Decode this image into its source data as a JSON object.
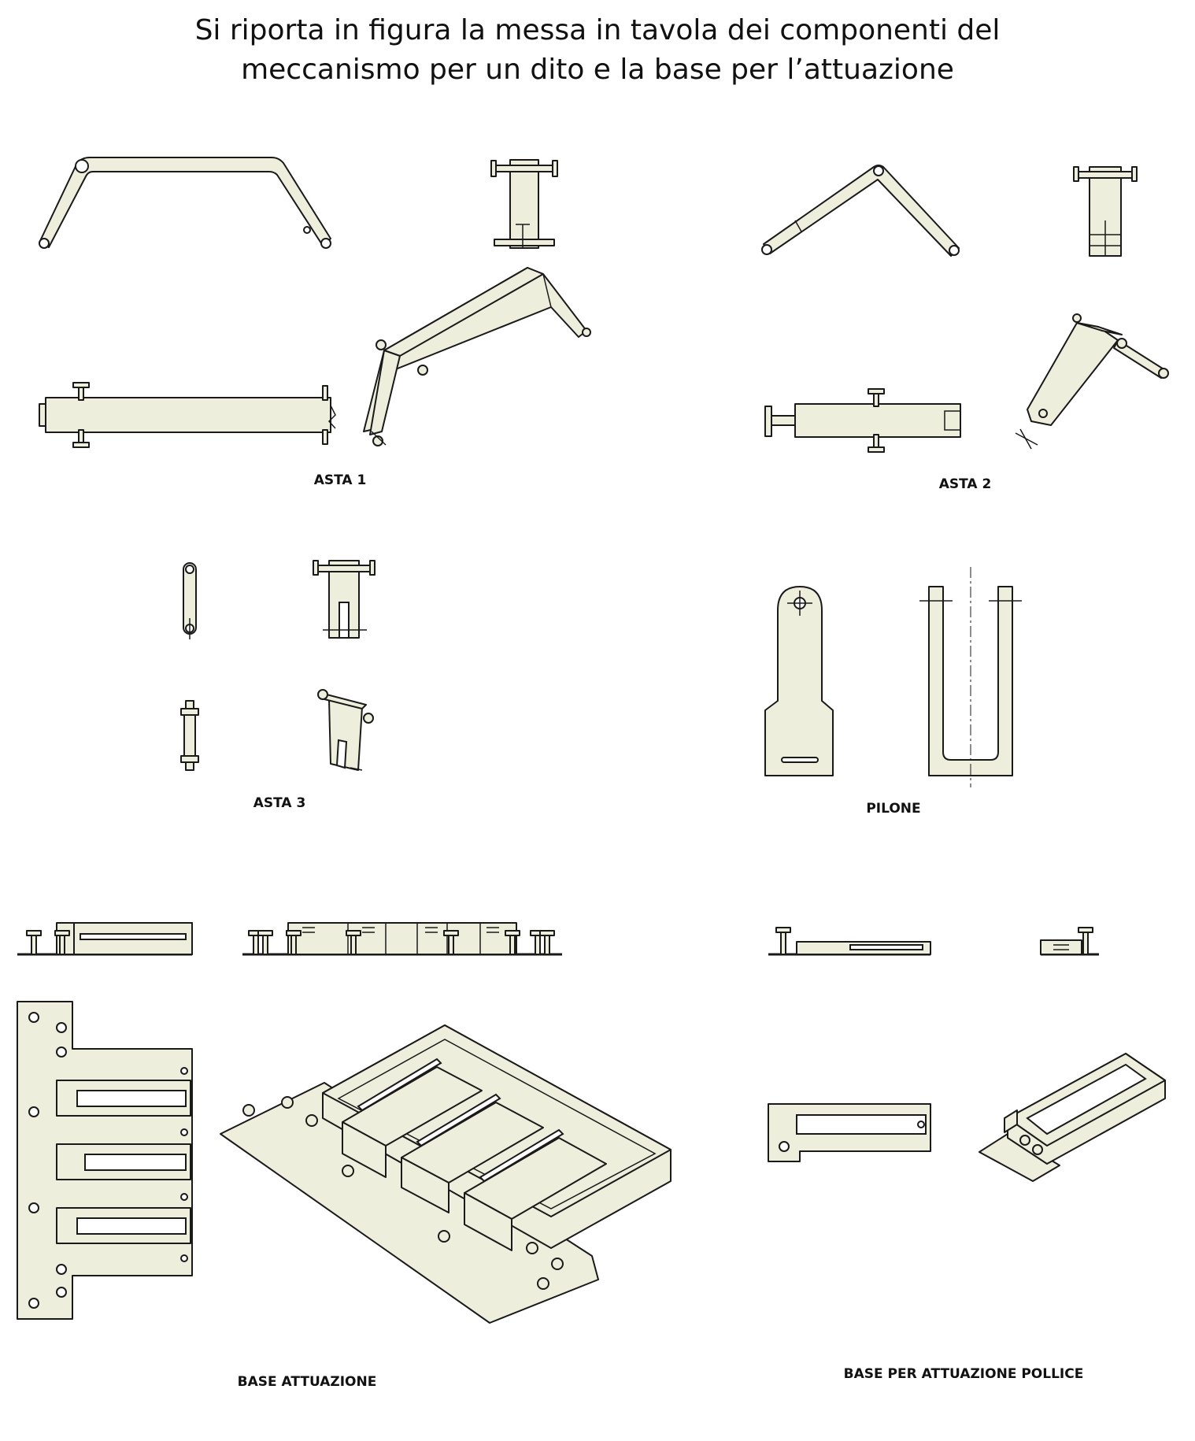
{
  "title": {
    "line1": "Si riporta in figura la messa in tavola dei componenti del",
    "line2": "meccanismo per un dito e la base per l’attuazione"
  },
  "labels": {
    "asta1": "ASTA 1",
    "asta2": "ASTA 2",
    "asta3": "ASTA 3",
    "pilone": "PILONE",
    "base_attuazione": "BASE ATTUAZIONE",
    "base_pollice": "BASE PER ATTUAZIONE POLLICE"
  },
  "colors": {
    "part_fill": "#eeeedd",
    "line": "#1a1a1a",
    "background": "#ffffff"
  }
}
